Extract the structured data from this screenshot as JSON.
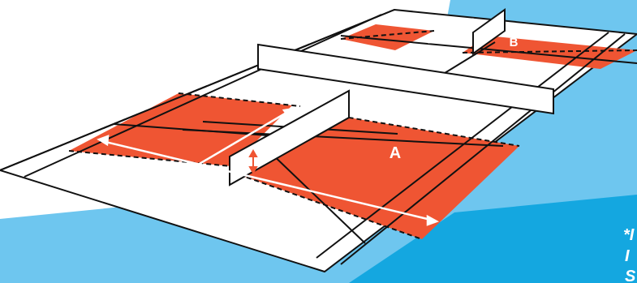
{
  "diagram": {
    "zone_a_label": "A",
    "zone_b_label": "B",
    "corner_note": [
      "*I",
      "I",
      "S"
    ]
  },
  "colors": {
    "background_blue": "#6ec6ef",
    "background_blue_dark": "#14a7e0",
    "court_white": "#ffffff",
    "zone_orange": "#ef5533",
    "lines": "#111111",
    "arrows": "#ffffff",
    "net_post_arrow": "#ef5533"
  }
}
